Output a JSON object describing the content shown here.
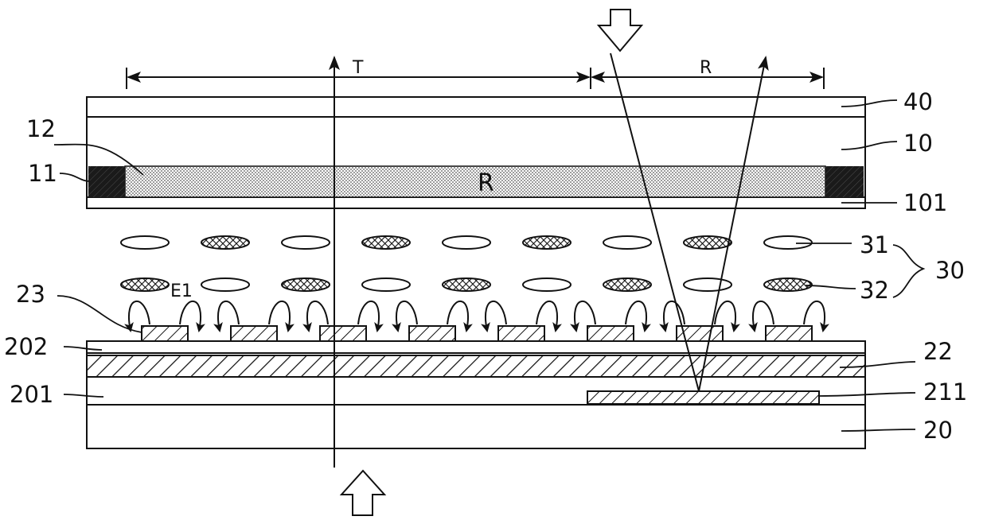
{
  "labels": {
    "ref_40": "40",
    "ref_10": "10",
    "ref_12": "12",
    "ref_11": "11",
    "ref_101": "101",
    "ref_31": "31",
    "ref_32": "32",
    "ref_30": "30",
    "ref_23": "23",
    "ref_202": "202",
    "ref_22": "22",
    "ref_201": "201",
    "ref_211": "211",
    "ref_20": "20",
    "region_T": "T",
    "region_R": "R",
    "layer_R": "R",
    "field_E1": "E1"
  },
  "liquid_crystal_rows": [
    [
      "hollow",
      "filled",
      "hollow",
      "filled",
      "hollow",
      "filled",
      "hollow",
      "filled",
      "hollow"
    ],
    [
      "filled",
      "hollow",
      "filled",
      "hollow",
      "filled",
      "hollow",
      "filled",
      "hollow",
      "filled"
    ]
  ],
  "electrode_count": 8,
  "colors": {
    "stroke": "#111111",
    "background": "#ffffff",
    "black_matrix": "#1a1a1a",
    "color_filter_dots": "#555555"
  }
}
